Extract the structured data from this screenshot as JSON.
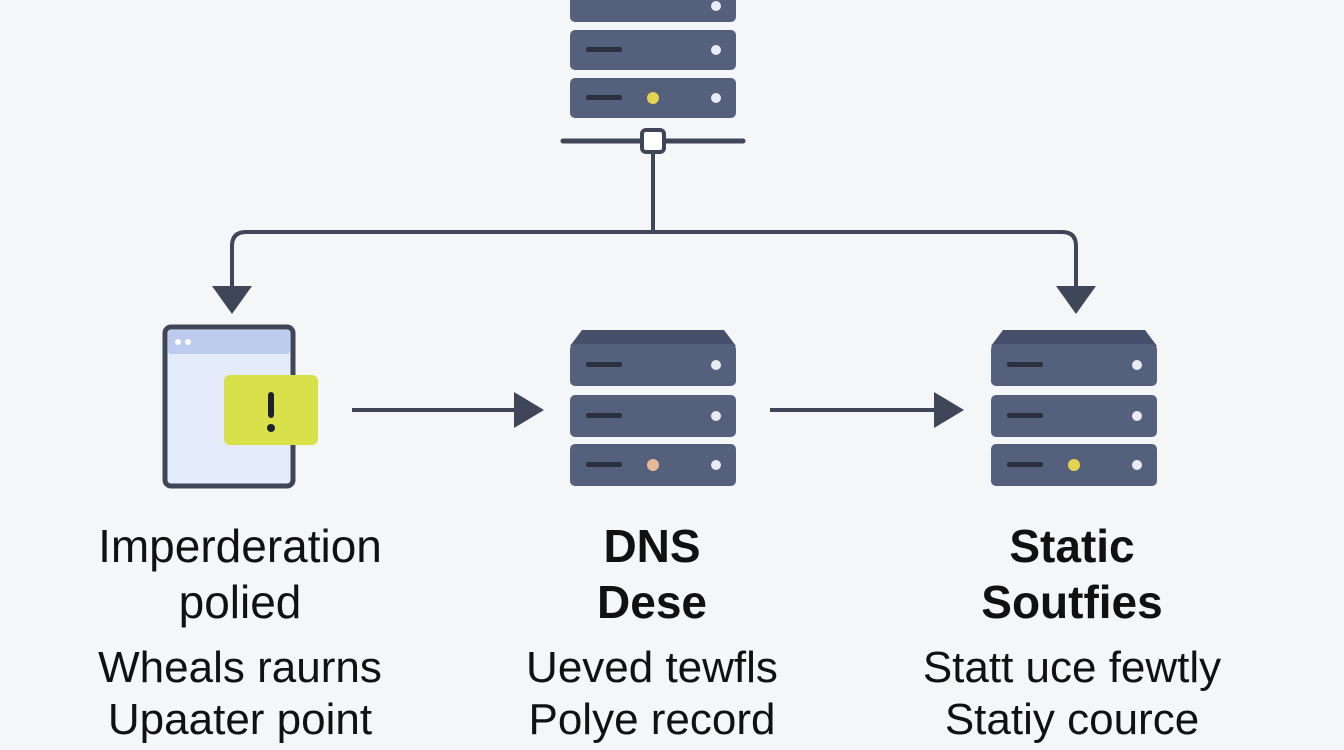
{
  "colors": {
    "server": "#55607d",
    "server_dark": "#47506b",
    "line": "#3f4658",
    "led_white": "#e9ecf3",
    "led_yellow": "#e3d34f",
    "led_peach": "#e8b896",
    "warning": "#d8e04a",
    "panel": "#e4ebfb",
    "panel_header": "#bccbee",
    "text": "#111111",
    "background": "#f5f6f8"
  },
  "nodes": {
    "left": {
      "icon": "browser-warning-icon",
      "title": [
        "Imperderation",
        "polied"
      ],
      "description": [
        "Wheals raurns",
        "Upaater point"
      ],
      "warning_mark": "!"
    },
    "middle": {
      "icon": "server-icon",
      "title": [
        "DNS",
        "Dese"
      ],
      "description": [
        "Ueved tewfls",
        "Polye record"
      ]
    },
    "right": {
      "icon": "server-icon",
      "title": [
        "Static",
        "Soutfies"
      ],
      "description": [
        "Statt uce fewtly",
        "Statiy ᴄource"
      ]
    }
  }
}
